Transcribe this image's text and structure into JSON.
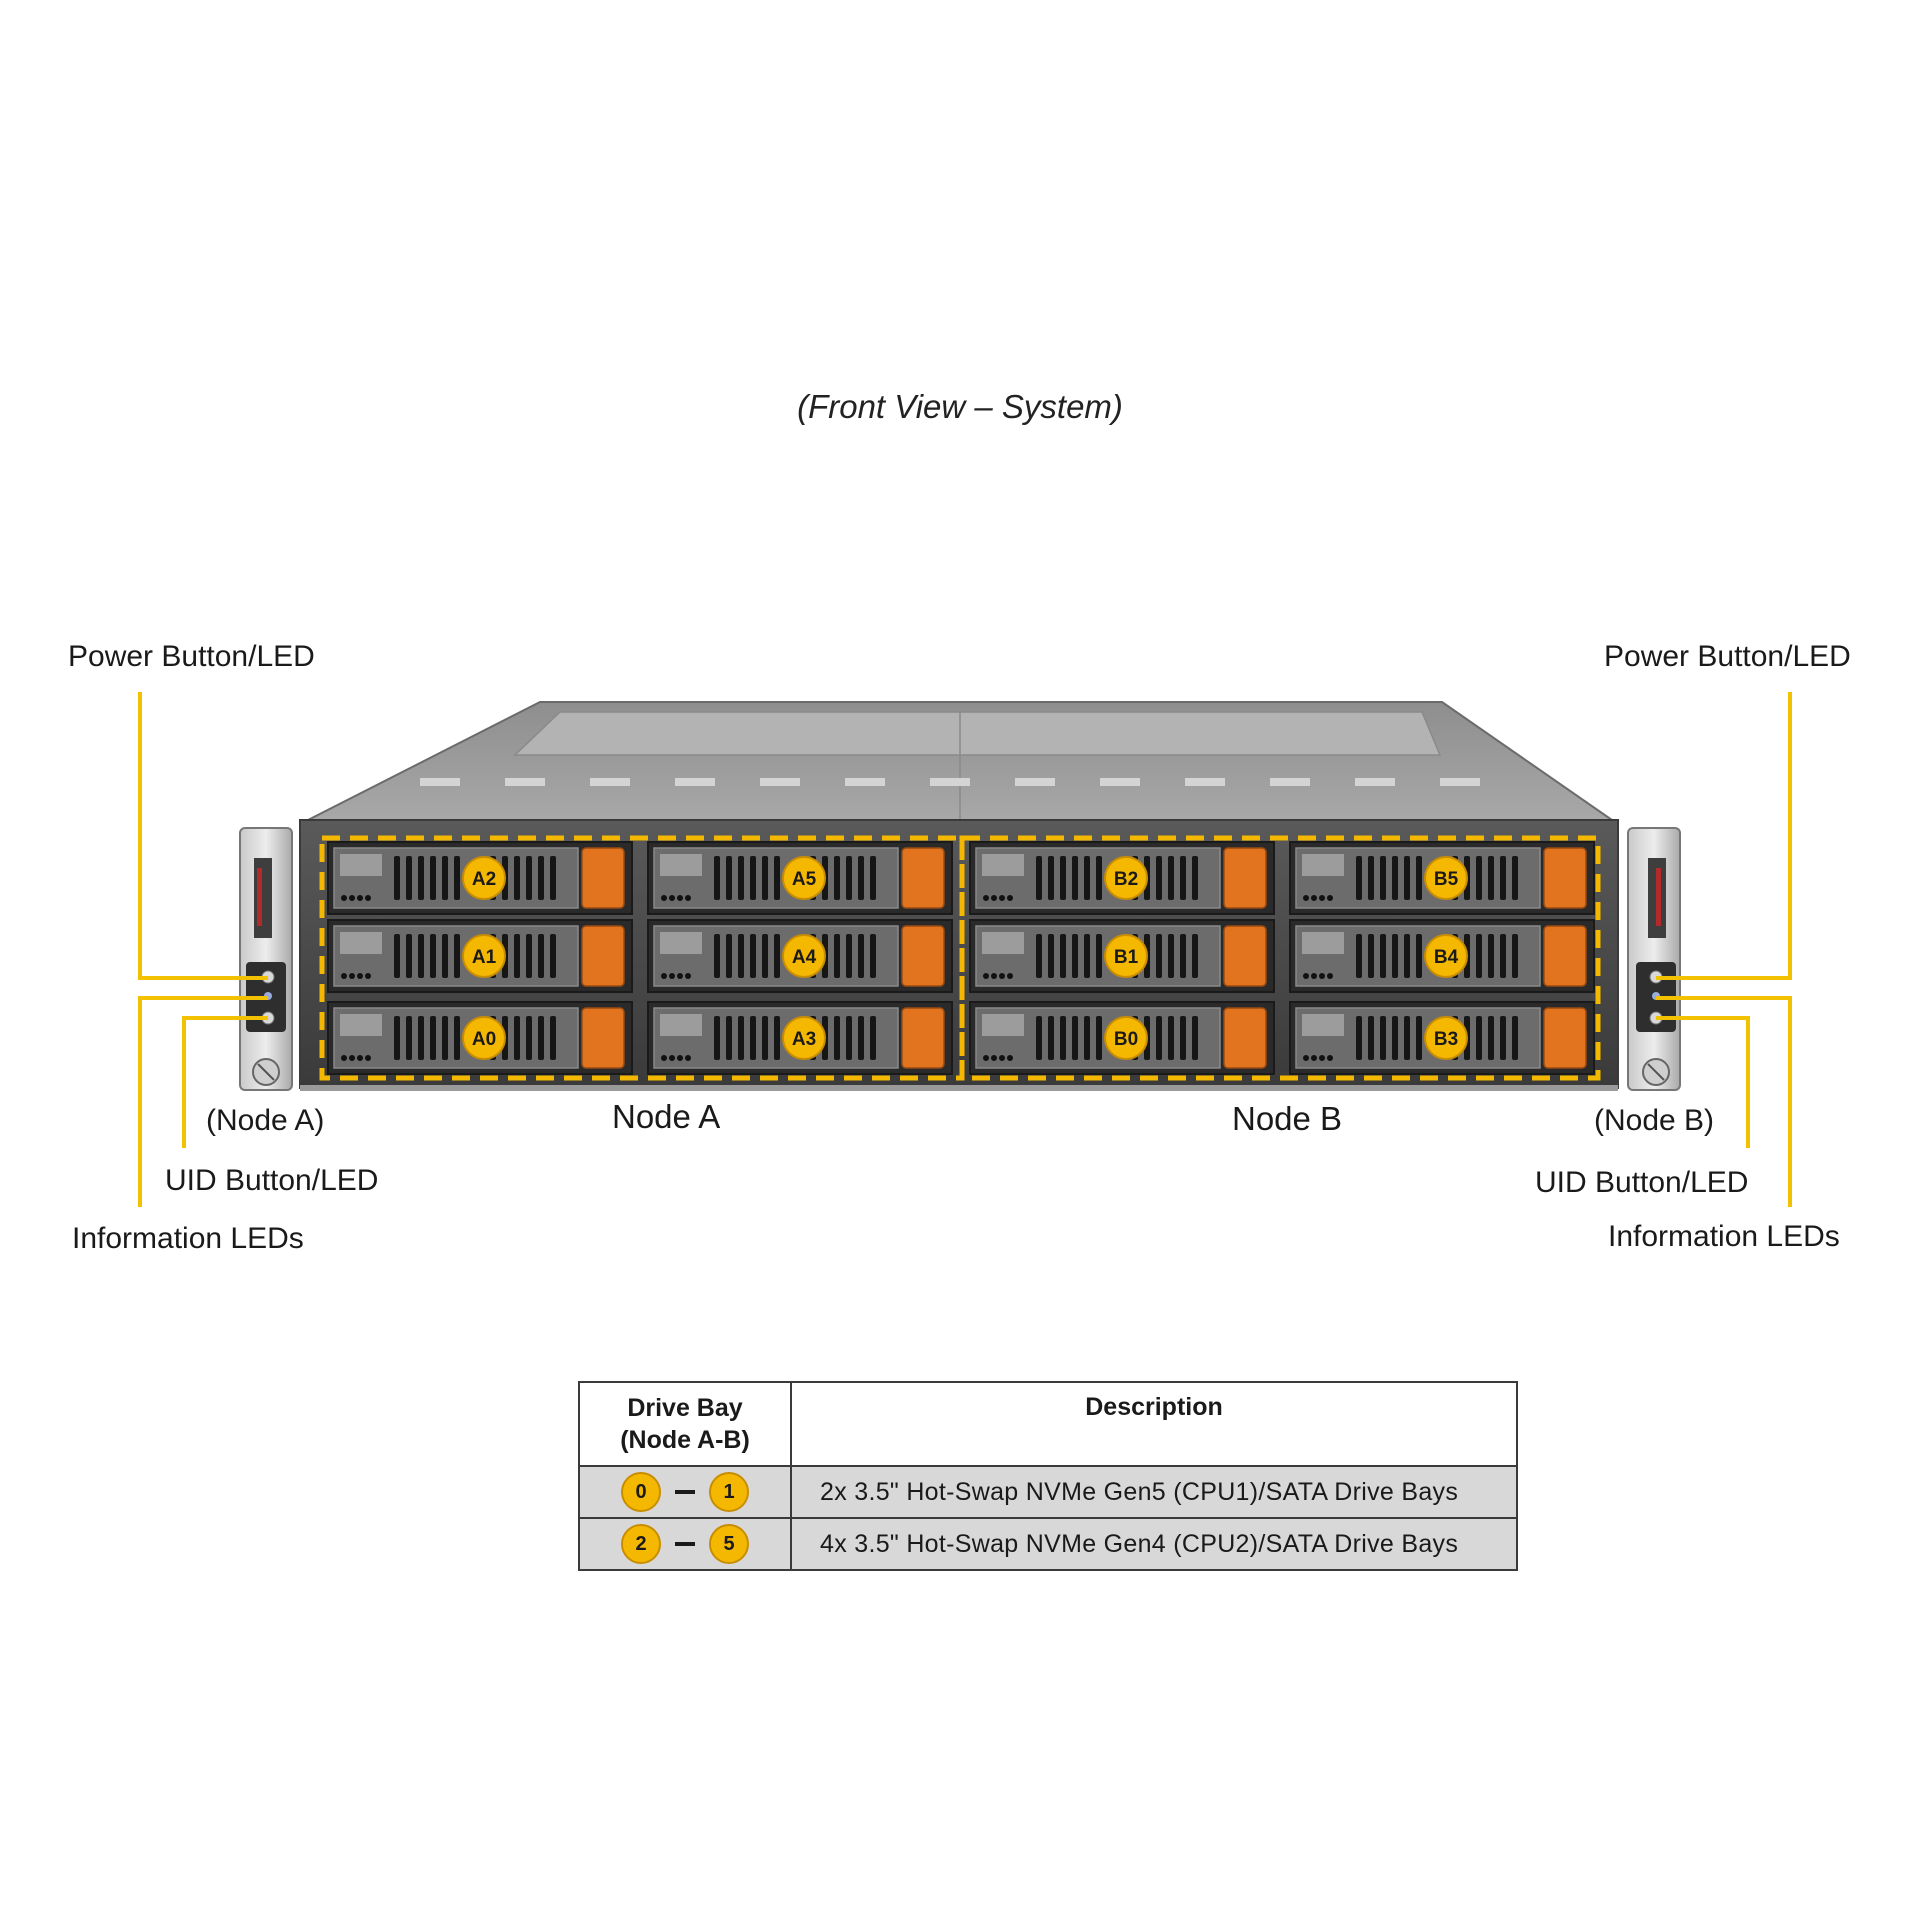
{
  "caption": "(Front View – System)",
  "callouts": {
    "left_power": "Power Button/LED",
    "left_node": "(Node A)",
    "left_uid": "UID Button/LED",
    "left_info": "Information  LEDs",
    "right_power": "Power Button/LED",
    "right_node": "(Node B)",
    "right_uid": "UID  Button/LED",
    "right_info": "Information  LEDs"
  },
  "nodes": {
    "a": "Node A",
    "b": "Node B"
  },
  "drive_bays": [
    [
      "A2",
      "A5",
      "B2",
      "B5"
    ],
    [
      "A1",
      "A4",
      "B1",
      "B4"
    ],
    [
      "A0",
      "A3",
      "B0",
      "B3"
    ]
  ],
  "colors": {
    "accent": "#f5b800",
    "drive_handle": "#e2741f",
    "chassis": "#7d7d7d",
    "callout_line": "#f2c200"
  },
  "table": {
    "headers": {
      "bay_line1": "Drive Bay",
      "bay_line2": "(Node A-B)",
      "description": "Description"
    },
    "rows": [
      {
        "from": "0",
        "to": "1",
        "description": "2x 3.5\" Hot-Swap NVMe Gen5 (CPU1)/SATA Drive Bays"
      },
      {
        "from": "2",
        "to": "5",
        "description": "4x 3.5\" Hot-Swap NVMe Gen4 (CPU2)/SATA Drive Bays"
      }
    ]
  }
}
